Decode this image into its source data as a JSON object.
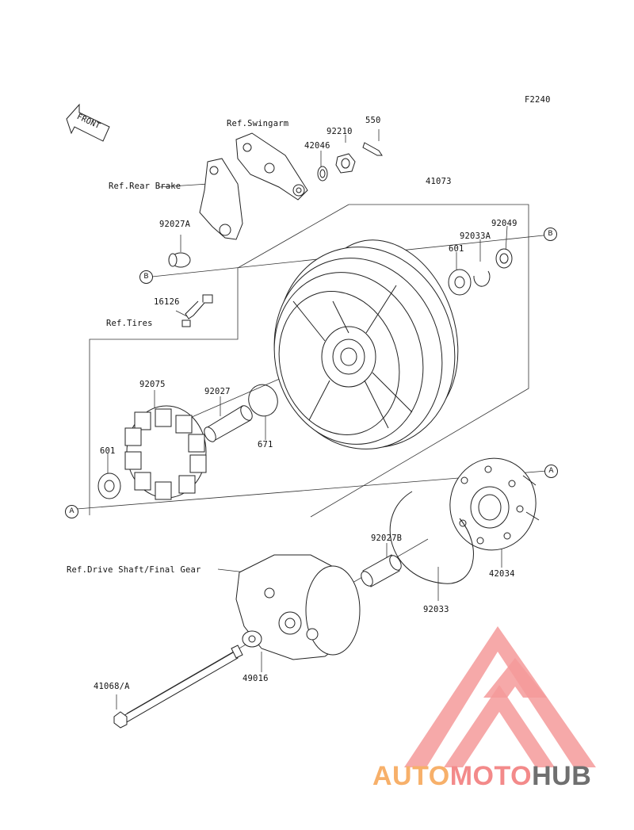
{
  "figure_code": "F2240",
  "front_tag": "FRONT",
  "refs": {
    "swingarm": "Ref.Swingarm",
    "rear_brake": "Ref.Rear Brake",
    "tires": "Ref.Tires",
    "drive_shaft": "Ref.Drive Shaft/Final Gear"
  },
  "parts": {
    "p42046": "42046",
    "p92210": "92210",
    "p550": "550",
    "p41073": "41073",
    "p92049": "92049",
    "p92033A": "92033A",
    "p601_right": "601",
    "p92027A": "92027A",
    "p16126": "16126",
    "p92075": "92075",
    "p92027": "92027",
    "p671": "671",
    "p601_left": "601",
    "p92027B": "92027B",
    "p42034": "42034",
    "p92033": "92033",
    "p49016": "49016",
    "p41068A": "41068/A"
  },
  "markers": {
    "b_left": "B",
    "b_right": "B",
    "a_left": "A",
    "a_right": "A"
  },
  "watermark": {
    "part1": "AUTO",
    "part2": "MOTO",
    "part3": "HUB",
    "colors": {
      "orange": "#f7b06a",
      "red": "#f38a8a",
      "gray": "#6f6f6f"
    }
  }
}
